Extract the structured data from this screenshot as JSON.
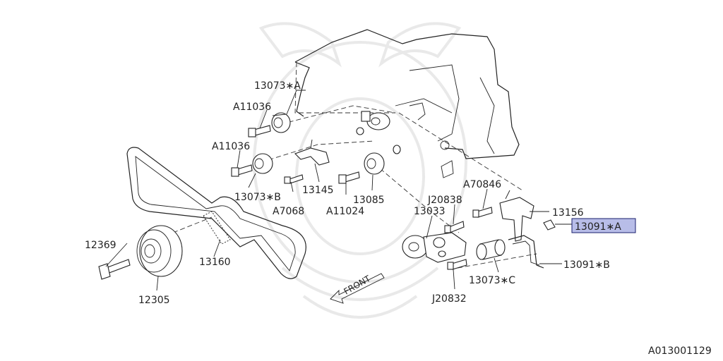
{
  "diagram_id": "A013001129",
  "front_arrow": "FRONT",
  "highlighted_part": "13091∗A",
  "labels": {
    "p13073a": "13073∗A",
    "a11036_top": "A11036",
    "a11036_mid": "A11036",
    "p13073b": "13073∗B",
    "a7068": "A7068",
    "p13145": "13145",
    "a11024": "A11024",
    "p13085": "13085",
    "a70846": "A70846",
    "j20838": "J20838",
    "p13033": "13033",
    "p13156": "13156",
    "p13091a": "13091∗A",
    "p13091b": "13091∗B",
    "p13073c": "13073∗C",
    "j20832": "J20832",
    "p12369": "12369",
    "p12305": "12305",
    "p13160": "13160"
  }
}
